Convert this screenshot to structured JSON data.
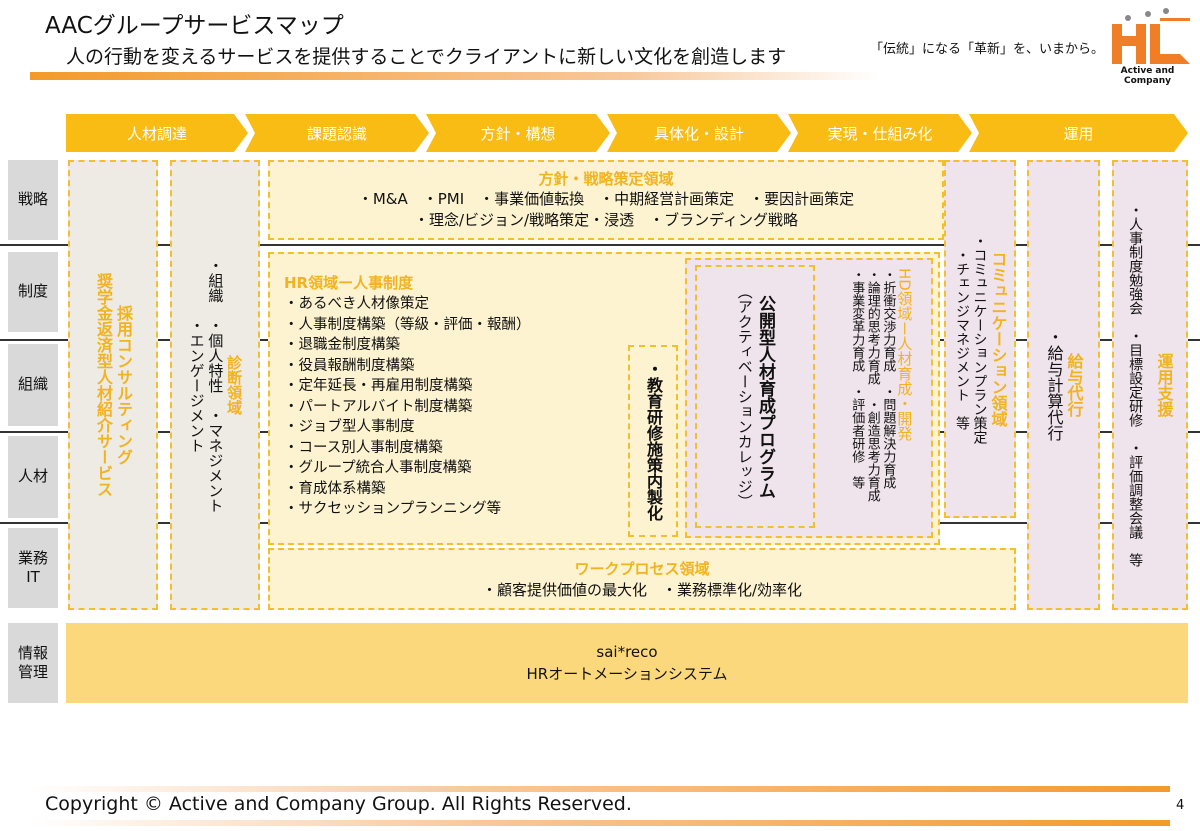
{
  "header": {
    "title": "AACグループサービスマップ",
    "subtitle": "人の行動を変えるサービスを提供することでクライアントに新しい文化を創造します",
    "tagline": "「伝統」になる「革新」を、いまから。",
    "logo_text": "Active and Company"
  },
  "phases": [
    "人材調達",
    "課題認識",
    "方針・構想",
    "具体化・設計",
    "実現・仕組み化",
    "運用"
  ],
  "rows": [
    "戦略",
    "制度",
    "組織",
    "人材",
    "業務\nIT",
    "情報\n管理"
  ],
  "recruit": {
    "line1": "採用コンサルティング",
    "line2": "奨学金返済型人材紹介サービス"
  },
  "diagnosis": {
    "title": "診断領域",
    "items": [
      "・組織　・個人特性　・マネジメント",
      "・エンゲージメント"
    ]
  },
  "strategy": {
    "title": "方針・戦略策定領域",
    "line1": "・M&A　・PMI　・事業価値転換　・中期経営計画策定　・要因計画策定",
    "line2": "・理念/ビジョン/戦略策定・浸透　・ブランディング戦略"
  },
  "hr": {
    "title": "HR領域ー人事制度",
    "items": [
      "・あるべき人材像策定",
      "・人事制度構築（等級・評価・報酬）",
      "・退職金制度構築",
      "・役員報酬制度構築",
      "・定年延長・再雇用制度構築",
      "・パートアルバイト制度構築",
      "・ジョブ型人事制度",
      "・コース別人事制度構築",
      "・グループ統合人事制度構築",
      "・育成体系構築",
      "・サクセッションプランニング等"
    ]
  },
  "education": "・教育研修施策内製化",
  "public_program": {
    "title": "公開型人材育成プログラム",
    "sub": "（アクティベーションカレッジ）"
  },
  "hd": {
    "title": "HD領域ー人材育成・開発",
    "items": [
      "・折衝交渉力育成　・問題解決力育成",
      "・論理的思考力育成　・創造思考力育成",
      "・事業変革力育成　・評価者研修　等"
    ]
  },
  "communication": {
    "title": "コミュニケーション領域",
    "items": [
      "・コミュニケーションプラン策定",
      "・チェンジマネジメント　等"
    ]
  },
  "payroll": {
    "title": "給与代行",
    "item": "・給与計算代行"
  },
  "operation": {
    "title": "運用支援",
    "item": "・人事制度勉強会　・目標設定研修　・評価調整会議　等"
  },
  "workprocess": {
    "title": "ワークプロセス領域",
    "line": "・顧客提供価値の最大化　・業務標準化/効率化"
  },
  "info": {
    "title": "sai*reco",
    "sub": "HRオートメーションシステム"
  },
  "footer": {
    "copyright": "Copyright © Active and Company Group. All Rights Reserved.",
    "page": "4"
  },
  "colors": {
    "accent": "#f9bc15",
    "orange": "#f07e26"
  }
}
